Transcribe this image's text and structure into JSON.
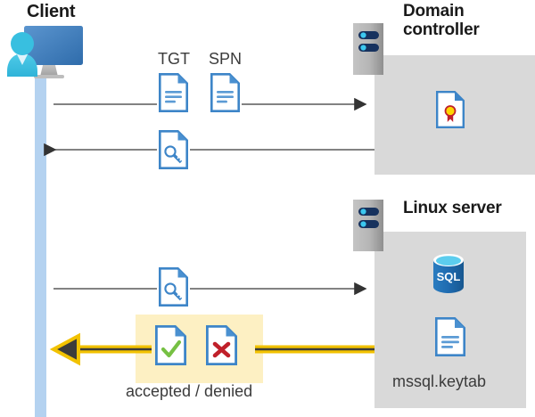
{
  "diagram": {
    "type": "kerberos-authentication-sequence",
    "background": "#ffffff"
  },
  "actors": {
    "client": {
      "title": "Client",
      "icon": "user-computer-icon",
      "lifeline_color": "#b4d2f0"
    },
    "domain_controller": {
      "title": "Domain controller",
      "rack_icon": "server-rack-icon",
      "panel_color": "#d9d9d9",
      "contents": [
        {
          "icon": "certificate-document-icon",
          "label": ""
        }
      ]
    },
    "linux_server": {
      "title": "Linux server",
      "rack_icon": "server-rack-icon",
      "panel_color": "#d9d9d9",
      "contents": [
        {
          "icon": "sql-database-icon",
          "label": "SQL"
        },
        {
          "icon": "keytab-document-icon",
          "label": "mssql.keytab"
        }
      ]
    }
  },
  "messages": [
    {
      "id": "request-tgt-spn",
      "direction": "client-to-domain-controller",
      "color": "#595959",
      "payload_labels": [
        "TGT",
        "SPN"
      ],
      "payload_icons": [
        "tgt-document-icon",
        "spn-document-icon"
      ]
    },
    {
      "id": "issue-service-ticket",
      "direction": "domain-controller-to-client",
      "color": "#595959",
      "payload_labels": [],
      "payload_icons": [
        "key-document-icon"
      ]
    },
    {
      "id": "present-ticket-to-linux",
      "direction": "client-to-linux-server",
      "color": "#595959",
      "payload_labels": [],
      "payload_icons": [
        "key-document-icon"
      ]
    },
    {
      "id": "verdict-response",
      "direction": "linux-server-to-client",
      "color": "#f2c200",
      "highlight_color": "#fdf0c3",
      "caption": "accepted / denied",
      "payload_icons": [
        "accepted-document-icon",
        "denied-document-icon"
      ]
    }
  ],
  "labels": {
    "tgt": "TGT",
    "spn": "SPN",
    "sql": "SQL",
    "keytab_file": "mssql.keytab",
    "verdict": "accepted / denied"
  },
  "colors": {
    "panel_gray": "#d9d9d9",
    "lifeline_blue": "#b4d2f0",
    "doc_border_blue": "#3d85c8",
    "doc_fill_white": "#ffffff",
    "doc_line_blue": "#5b9bd5",
    "arrow_gray": "#595959",
    "arrow_yellow": "#f2c200",
    "arrow_yellow_core": "#3b3b3b",
    "highlight_yellow": "#fdf0c3",
    "check_green": "#76c043",
    "cross_red": "#c0202a",
    "rack_gray_light": "#c9c9c9",
    "rack_gray_dark": "#8c8c8c",
    "rack_pill_navy": "#17325e",
    "rack_dot_cyan": "#3cc8ef",
    "sql_blue": "#1f6bb0",
    "sql_top_cyan": "#5ccdee",
    "cert_ribbon_red": "#c0202a",
    "cert_seal_yellow": "#ffd500",
    "title_black": "#1a1a1a",
    "caption_gray": "#3b3b3b",
    "person_cyan": "#38bfe0",
    "monitor_blue": "#3f7fc1"
  }
}
